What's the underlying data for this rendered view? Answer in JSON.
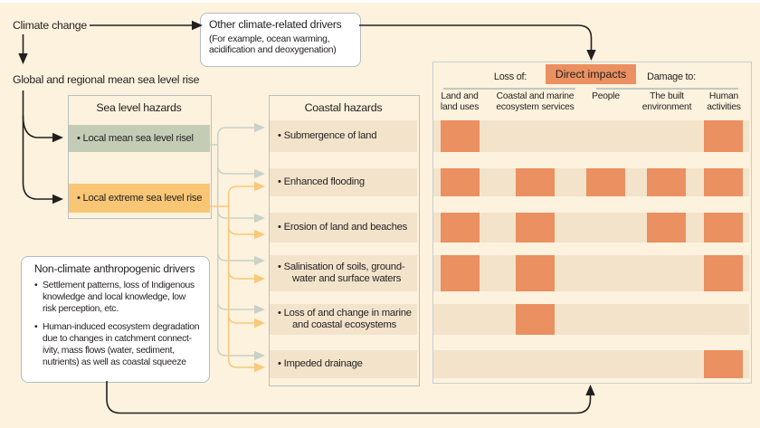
{
  "colors": {
    "background": "#fdf2dd",
    "band_tan": "#f3e3cb",
    "mean_slr_green": "#c5ccb6",
    "extreme_slr_yellow": "#f8c674",
    "impact_orange": "#eb9061",
    "mean_connector_gray": "#c9d2c8",
    "extreme_connector_yellow": "#f9c87a",
    "text_dark": "#231f20"
  },
  "flow": {
    "climate_change_label": "Climate change",
    "global_slr_label": "Global and regional mean sea level rise",
    "other_drivers": {
      "title": "Other climate-related drivers",
      "subtitle_lines": [
        "(For example, ocean warming,",
        "acidification and deoxygenation)"
      ]
    }
  },
  "sea_level_hazards": {
    "title": "Sea level hazards",
    "items": [
      {
        "label": "Local mean sea level risel"
      },
      {
        "label": "Local extreme sea level rise"
      }
    ]
  },
  "coastal_hazards": {
    "title": "Coastal hazards",
    "items": [
      {
        "lines": [
          "Submergence of land"
        ]
      },
      {
        "lines": [
          "Enhanced flooding"
        ]
      },
      {
        "lines": [
          "Erosion of land and beaches"
        ]
      },
      {
        "lines": [
          "Salinisation of soils, ground-",
          "water and surface waters"
        ]
      },
      {
        "lines": [
          "Loss of and change in marine",
          "and coastal ecosystems"
        ]
      },
      {
        "lines": [
          "Impeded drainage"
        ]
      }
    ]
  },
  "impacts_matrix": {
    "title": "Direct impacts",
    "loss_of_label": "Loss of:",
    "damage_to_label": "Damage to:",
    "columns": [
      {
        "lines": [
          "Land and",
          "land uses"
        ]
      },
      {
        "lines": [
          "Coastal and marine",
          "ecosystem services"
        ]
      },
      {
        "lines": [
          "People"
        ]
      },
      {
        "lines": [
          "The built",
          "environment"
        ]
      },
      {
        "lines": [
          "Human",
          "activities"
        ]
      }
    ],
    "rows": [
      {
        "hazard": "Submergence of land",
        "cells": [
          1,
          0,
          0,
          0,
          1
        ]
      },
      {
        "hazard": "Enhanced flooding",
        "cells": [
          1,
          1,
          1,
          1,
          1
        ]
      },
      {
        "hazard": "Erosion of land and beaches",
        "cells": [
          1,
          1,
          0,
          1,
          1
        ]
      },
      {
        "hazard": "Salinisation of soils, ground-water and surface waters",
        "cells": [
          1,
          1,
          0,
          0,
          1
        ]
      },
      {
        "hazard": "Loss of and change in marine and coastal ecosystems",
        "cells": [
          0,
          1,
          0,
          0,
          0
        ]
      },
      {
        "hazard": "Impeded drainage",
        "cells": [
          0,
          0,
          0,
          0,
          1
        ]
      }
    ]
  },
  "non_climate_drivers": {
    "title": "Non-climate anthropogenic drivers",
    "bullets": [
      {
        "lines": [
          "Settlement patterns, loss of Indigenous",
          "knowledge and local knowledge, low",
          "risk perception, etc."
        ]
      },
      {
        "lines": [
          "Human-induced ecosystem degradation",
          "due to changes in catchment connect-",
          "ivity, mass flows (water, sediment,",
          "nutrients) as well as coastal squeeze"
        ]
      }
    ]
  }
}
